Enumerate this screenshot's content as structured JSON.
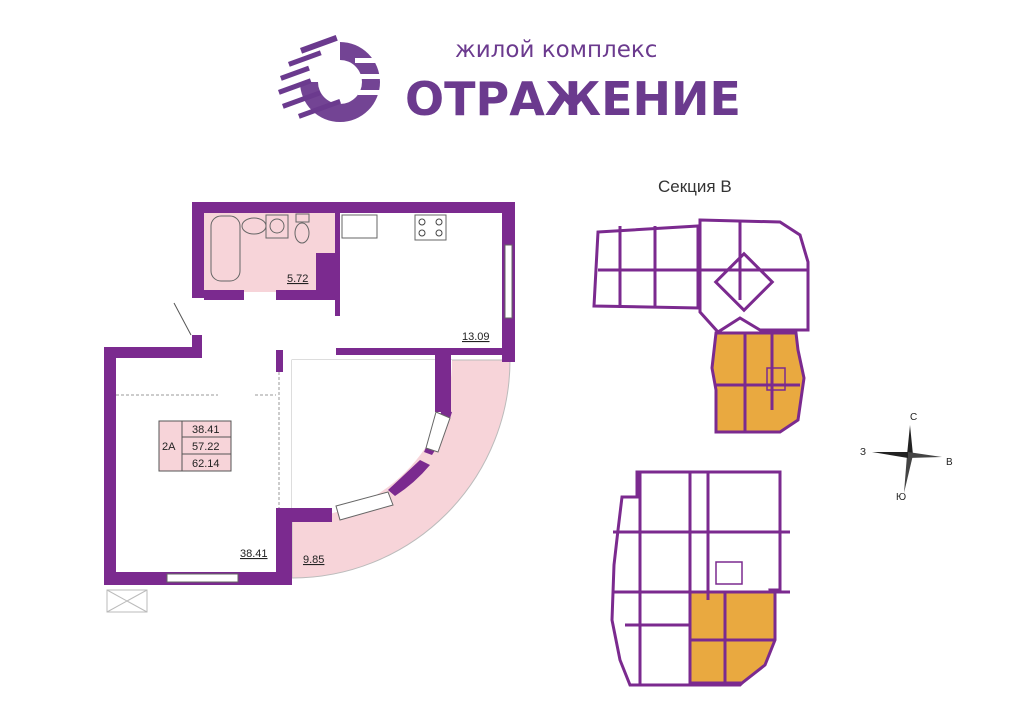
{
  "header": {
    "subtitle": "жилой комплекс",
    "title": "ОТРАЖЕНИЕ"
  },
  "colors": {
    "wall": "#7b2a8f",
    "wet_zone": "#f7d4d9",
    "highlight": "#e9a940",
    "brand": "#6b3a8e"
  },
  "plan": {
    "rooms": {
      "bathroom_area": "5.72",
      "kitchen_area": "13.09",
      "living_area": "38.41",
      "balcony_area": "9.85"
    },
    "info_table": {
      "type": "2А",
      "living": "38.41",
      "total": "57.22",
      "total_with_balcony": "62.14"
    }
  },
  "section": {
    "title": "Секция В"
  },
  "compass": {
    "north": "С",
    "east": "В",
    "south": "Ю",
    "west": "З"
  }
}
